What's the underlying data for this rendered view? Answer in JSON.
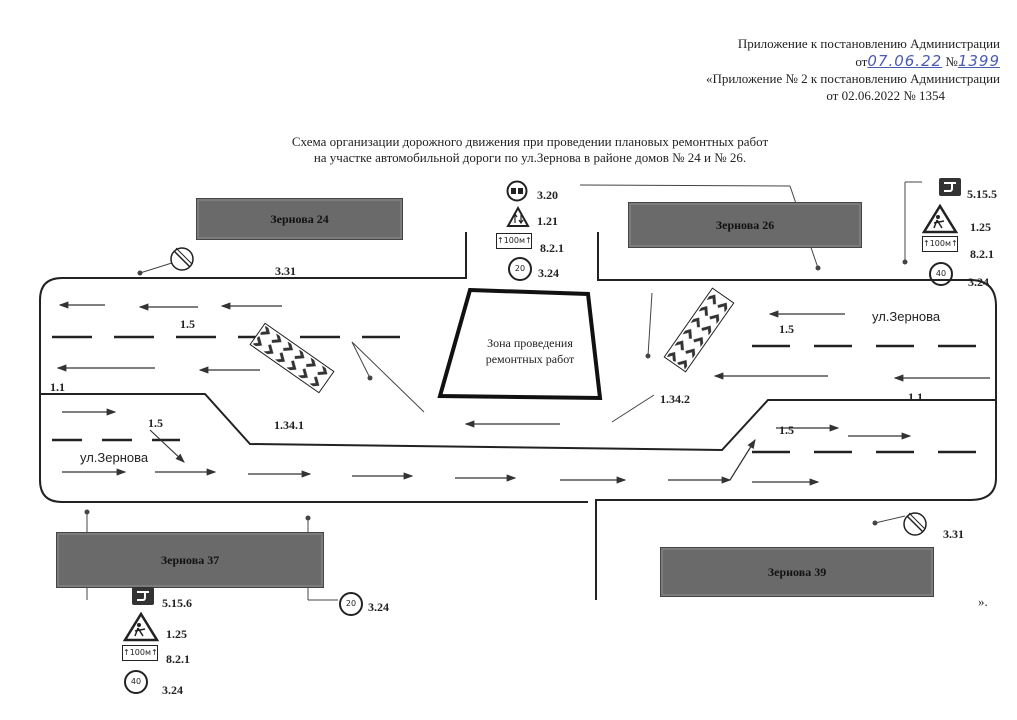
{
  "header": {
    "line1": "Приложение к постановлению Администрации",
    "line2_prefix": "от",
    "line2_date": "07.06.22",
    "line2_no": "№",
    "line2_number": "1399",
    "line3": "«Приложение № 2 к постановлению Администрации",
    "line4": "от 02.06.2022 № 1354"
  },
  "title": {
    "line1": "Схема организации дорожного движения при проведении плановых ремонтных работ",
    "line2": "на участке автомобильной дороги по ул.Зернова в районе домов № 24 и № 26."
  },
  "buildings": {
    "b24": "Зернова 24",
    "b26": "Зернова 26",
    "b37": "Зернова 37",
    "b39": "Зернова 39"
  },
  "streets": {
    "top": "ул.Зернова",
    "bottom": "ул.Зернова"
  },
  "work_zone": {
    "line1": "Зона проведения",
    "line2": "ремонтных работ"
  },
  "markings": {
    "m331_top": "3.31",
    "m15_a": "1.5",
    "m11_left": "1.1",
    "m15_b": "1.5",
    "m1341": "1.34.1",
    "m1342": "1.34.2",
    "m15_c": "1.5",
    "m11_right": "1.1",
    "m15_d": "1.5",
    "m331_bottom": "3.31"
  },
  "center_signs": {
    "s320": "3.20",
    "s121": "1.21",
    "s821": "8.2.1",
    "s324": "3.24"
  },
  "right_signs": {
    "s5155": "5.15.5",
    "s125": "1.25",
    "s821": "8.2.1",
    "s324": "3.24"
  },
  "left_signs": {
    "s5156": "5.15.6",
    "s125": "1.25",
    "s821": "8.2.1",
    "s324": "3.24"
  },
  "bottom_mid_sign": {
    "s324": "3.24"
  },
  "sign_text": {
    "dist": "100м",
    "speed40": "40",
    "speed20": "20"
  },
  "closing": "»."
}
